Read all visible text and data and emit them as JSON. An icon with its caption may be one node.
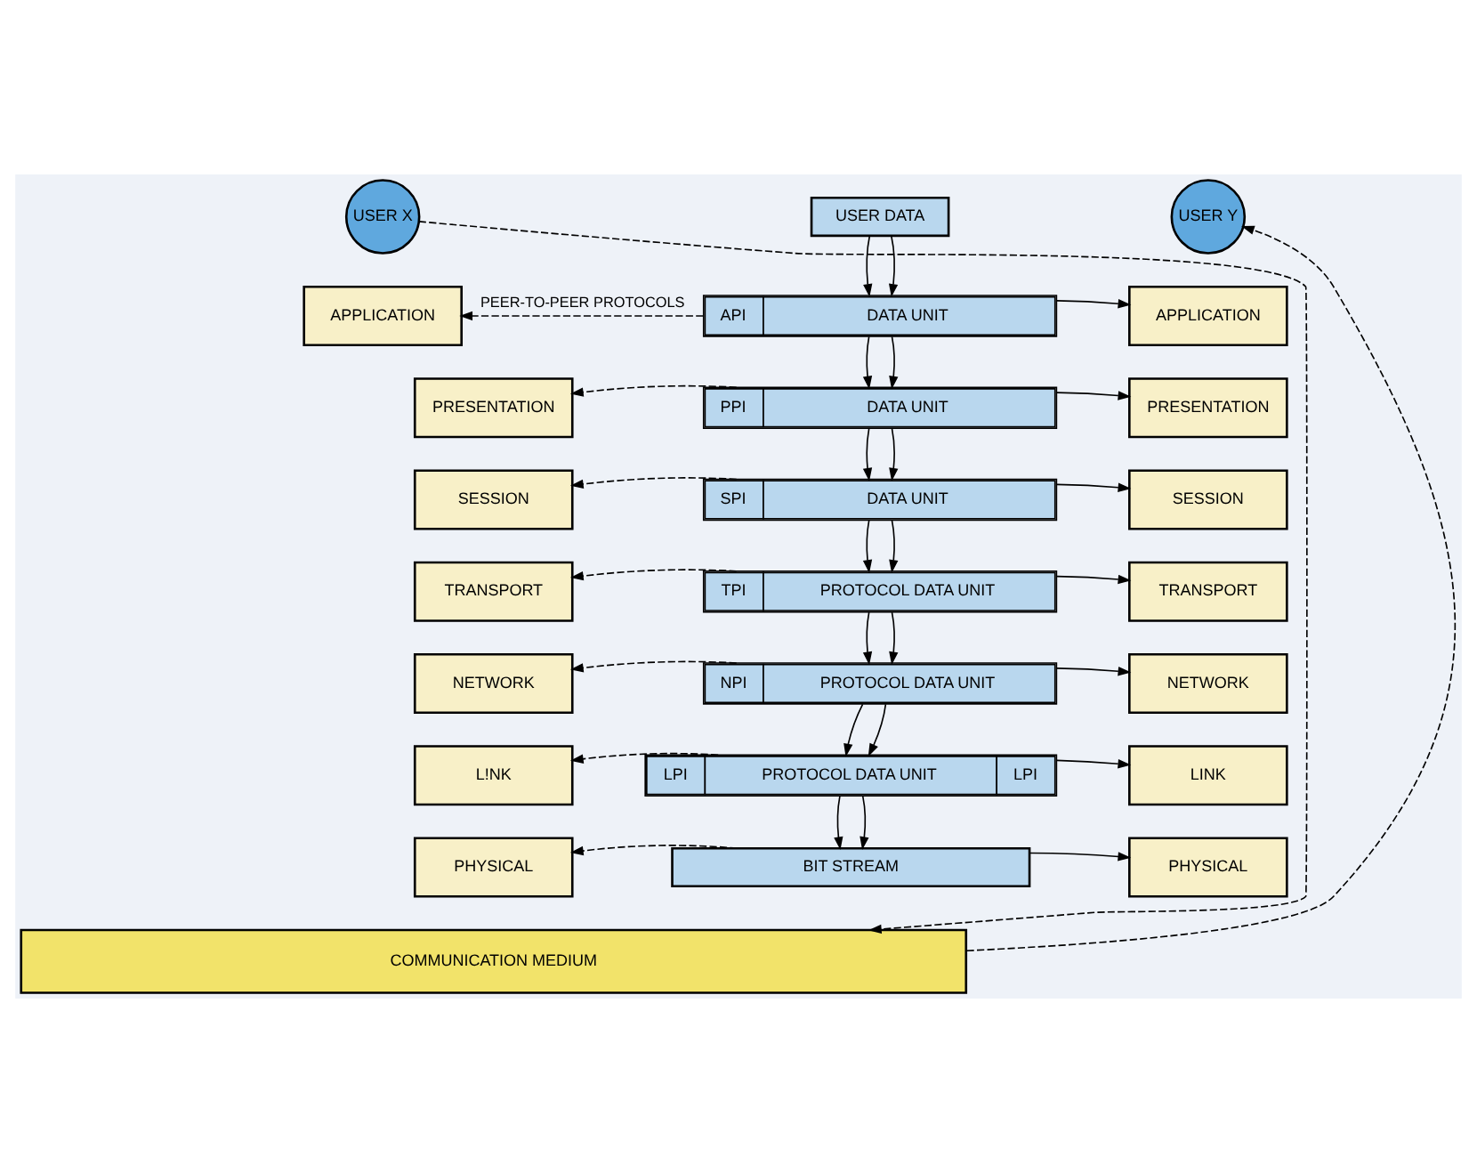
{
  "diagram": {
    "nodes": [
      {
        "text": [
          "USER X"
        ]
      },
      {
        "text": [
          "USER Y"
        ]
      },
      {
        "text": [
          "USER DATA"
        ]
      },
      {
        "text": [
          "APPLICATION"
        ]
      },
      {
        "text": [
          "API",
          "DATA UNIT"
        ]
      },
      {
        "text": [
          "APPLICATION"
        ]
      },
      {
        "text": [
          "PRESENTATION"
        ]
      },
      {
        "text": [
          "PPI",
          "DATA UNIT"
        ]
      },
      {
        "text": [
          "PRESENTATION"
        ]
      },
      {
        "text": [
          "SESSION"
        ]
      },
      {
        "text": [
          "SPI",
          "DATA UNIT"
        ]
      },
      {
        "text": [
          "SESSION"
        ]
      },
      {
        "text": [
          "TRANSPORT"
        ]
      },
      {
        "text": [
          "TPI",
          "PROTOCOL DATA UNIT"
        ]
      },
      {
        "text": [
          "TRANSPORT"
        ]
      },
      {
        "text": [
          "NETWORK"
        ]
      },
      {
        "text": [
          "NPI",
          "PROTOCOL DATA UNIT"
        ]
      },
      {
        "text": [
          "NETWORK"
        ]
      },
      {
        "text": [
          "L!NK"
        ]
      },
      {
        "text": [
          "LPI",
          "PROTOCOL DATA UNIT",
          "LPI"
        ]
      },
      {
        "text": [
          "LINK"
        ]
      },
      {
        "text": [
          "PHYSICAL"
        ]
      },
      {
        "text": [
          "BIT STREAM"
        ]
      },
      {
        "text": [
          "PHYSICAL"
        ]
      },
      {
        "text": [
          "COMMUNICATION MEDIUM"
        ]
      }
    ],
    "edges": [
      {
        "from": 0,
        "to": 24,
        "arrow": "to",
        "style": "dashed"
      },
      {
        "from": 24,
        "to": 1,
        "arrow": "to",
        "style": "dashed"
      },
      {
        "from": 2,
        "to": 4,
        "arrow": "to"
      },
      {
        "from": 2,
        "to": 4,
        "arrow": "to"
      },
      {
        "from": 4,
        "to": 3,
        "arrow": "to",
        "style": "dashed",
        "label": "PEER-TO-PEER PROTOCOLS"
      },
      {
        "from": 4,
        "to": 5,
        "arrow": "to"
      },
      {
        "from": 4,
        "to": 7,
        "arrow": "to"
      },
      {
        "from": 4,
        "to": 7,
        "arrow": "to"
      },
      {
        "from": 7,
        "to": 6,
        "arrow": "to",
        "style": "dashed"
      },
      {
        "from": 7,
        "to": 8,
        "arrow": "to"
      },
      {
        "from": 7,
        "to": 10,
        "arrow": "to"
      },
      {
        "from": 7,
        "to": 10,
        "arrow": "to"
      },
      {
        "from": 10,
        "to": 9,
        "arrow": "to",
        "style": "dashed"
      },
      {
        "from": 10,
        "to": 11,
        "arrow": "to"
      },
      {
        "from": 10,
        "to": 13,
        "arrow": "to"
      },
      {
        "from": 10,
        "to": 13,
        "arrow": "to"
      },
      {
        "from": 13,
        "to": 12,
        "arrow": "to",
        "style": "dashed"
      },
      {
        "from": 13,
        "to": 14,
        "arrow": "to"
      },
      {
        "from": 13,
        "to": 16,
        "arrow": "to"
      },
      {
        "from": 13,
        "to": 16,
        "arrow": "to"
      },
      {
        "from": 16,
        "to": 15,
        "arrow": "to",
        "style": "dashed"
      },
      {
        "from": 16,
        "to": 17,
        "arrow": "to"
      },
      {
        "from": 16,
        "to": 19,
        "arrow": "to"
      },
      {
        "from": 16,
        "to": 19,
        "arrow": "to"
      },
      {
        "from": 19,
        "to": 18,
        "arrow": "to",
        "style": "dashed"
      },
      {
        "from": 19,
        "to": 20,
        "arrow": "to"
      },
      {
        "from": 19,
        "to": 22,
        "arrow": "to"
      },
      {
        "from": 19,
        "to": 22,
        "arrow": "to"
      },
      {
        "from": 22,
        "to": 21,
        "arrow": "to",
        "style": "dashed"
      },
      {
        "from": 22,
        "to": 23,
        "arrow": "to"
      }
    ]
  }
}
